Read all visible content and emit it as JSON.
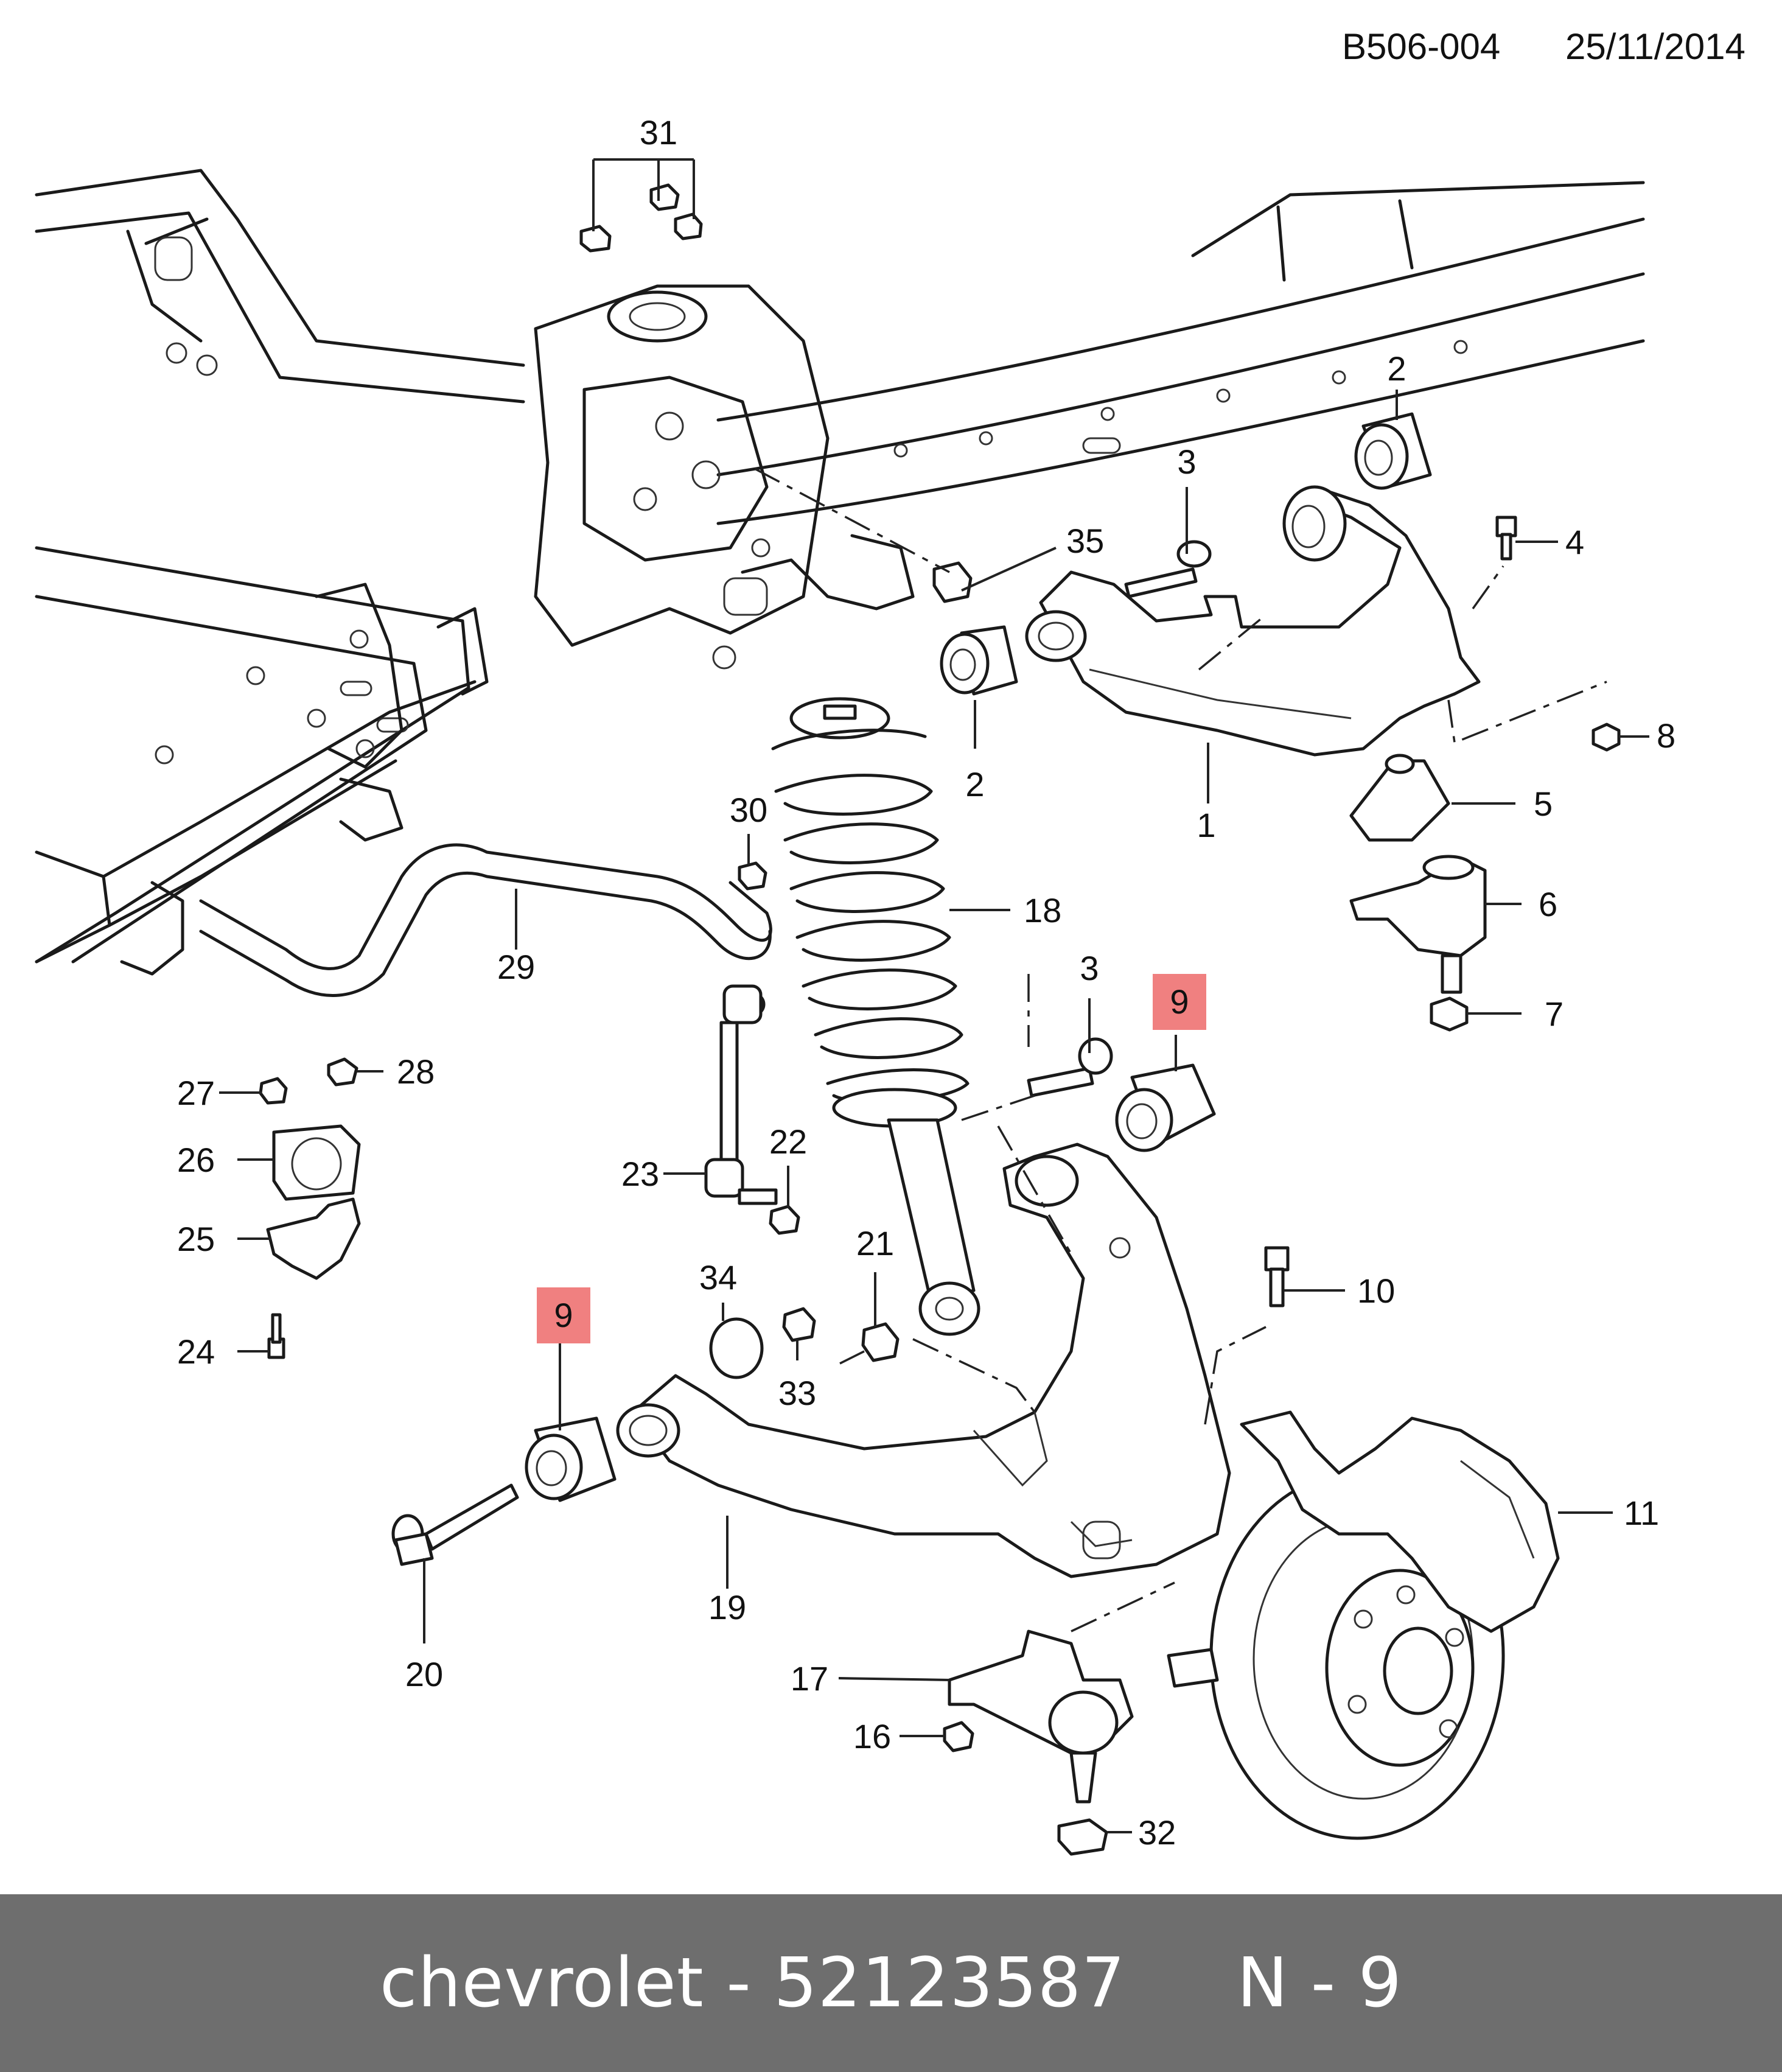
{
  "header": {
    "code": "B506-004",
    "date": "25/11/2014"
  },
  "footer": {
    "text": "chevrolet - 52123587     N - 9",
    "background": "#6e6e6e"
  },
  "highlight_color": "#f08080",
  "callouts": [
    {
      "id": "31",
      "label": "31"
    },
    {
      "id": "35",
      "label": "35"
    },
    {
      "id": "2a",
      "label": "2"
    },
    {
      "id": "2b",
      "label": "2"
    },
    {
      "id": "3a",
      "label": "3"
    },
    {
      "id": "4",
      "label": "4"
    },
    {
      "id": "8",
      "label": "8"
    },
    {
      "id": "1",
      "label": "1"
    },
    {
      "id": "5",
      "label": "5"
    },
    {
      "id": "6",
      "label": "6"
    },
    {
      "id": "7",
      "label": "7"
    },
    {
      "id": "30",
      "label": "30"
    },
    {
      "id": "18",
      "label": "18"
    },
    {
      "id": "29",
      "label": "29"
    },
    {
      "id": "3b",
      "label": "3"
    },
    {
      "id": "9a",
      "label": "9",
      "highlighted": true
    },
    {
      "id": "27",
      "label": "27"
    },
    {
      "id": "28",
      "label": "28"
    },
    {
      "id": "26",
      "label": "26"
    },
    {
      "id": "25",
      "label": "25"
    },
    {
      "id": "24",
      "label": "24"
    },
    {
      "id": "23",
      "label": "23"
    },
    {
      "id": "22",
      "label": "22"
    },
    {
      "id": "21",
      "label": "21"
    },
    {
      "id": "34",
      "label": "34"
    },
    {
      "id": "33",
      "label": "33"
    },
    {
      "id": "9b",
      "label": "9",
      "highlighted": true
    },
    {
      "id": "10",
      "label": "10"
    },
    {
      "id": "11",
      "label": "11"
    },
    {
      "id": "19",
      "label": "19"
    },
    {
      "id": "20",
      "label": "20"
    },
    {
      "id": "17",
      "label": "17"
    },
    {
      "id": "16",
      "label": "16"
    },
    {
      "id": "32",
      "label": "32"
    }
  ]
}
